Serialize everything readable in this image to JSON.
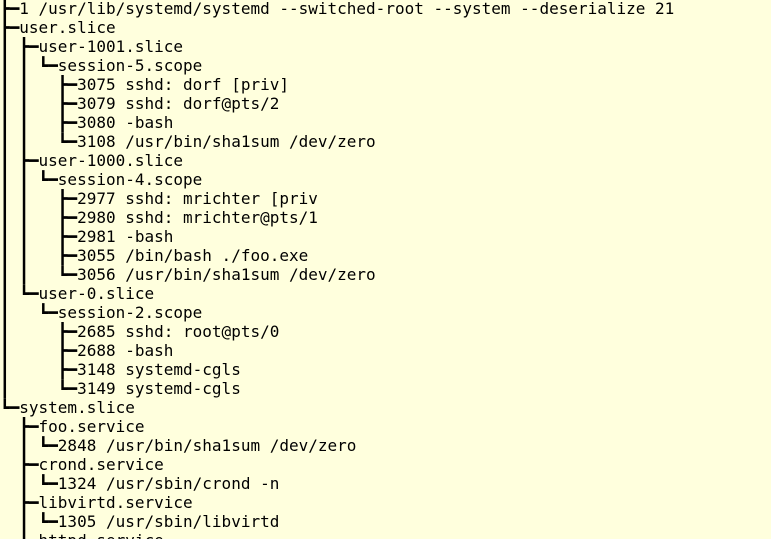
{
  "terminal": {
    "background": "#ffffdd",
    "lines": [
      {
        "tree": "┣━",
        "text": "1 /usr/lib/systemd/systemd --switched-root --system --deserialize 21"
      },
      {
        "tree": "┣━",
        "text": "user.slice"
      },
      {
        "tree": "┃ ┣━",
        "text": "user-1001.slice"
      },
      {
        "tree": "┃ ┃ ┗━",
        "text": "session-5.scope"
      },
      {
        "tree": "┃ ┃   ┣━",
        "text": "3075 sshd: dorf [priv]"
      },
      {
        "tree": "┃ ┃   ┣━",
        "text": "3079 sshd: dorf@pts/2"
      },
      {
        "tree": "┃ ┃   ┣━",
        "text": "3080 -bash"
      },
      {
        "tree": "┃ ┃   ┗━",
        "text": "3108 /usr/bin/sha1sum /dev/zero"
      },
      {
        "tree": "┃ ┣━",
        "text": "user-1000.slice"
      },
      {
        "tree": "┃ ┃ ┗━",
        "text": "session-4.scope"
      },
      {
        "tree": "┃ ┃   ┣━",
        "text": "2977 sshd: mrichter [priv"
      },
      {
        "tree": "┃ ┃   ┣━",
        "text": "2980 sshd: mrichter@pts/1"
      },
      {
        "tree": "┃ ┃   ┣━",
        "text": "2981 -bash"
      },
      {
        "tree": "┃ ┃   ┣━",
        "text": "3055 /bin/bash ./foo.exe"
      },
      {
        "tree": "┃ ┃   ┗━",
        "text": "3056 /usr/bin/sha1sum /dev/zero"
      },
      {
        "tree": "┃ ┗━",
        "text": "user-0.slice"
      },
      {
        "tree": "┃   ┗━",
        "text": "session-2.scope"
      },
      {
        "tree": "┃     ┣━",
        "text": "2685 sshd: root@pts/0"
      },
      {
        "tree": "┃     ┣━",
        "text": "2688 -bash"
      },
      {
        "tree": "┃     ┣━",
        "text": "3148 systemd-cgls"
      },
      {
        "tree": "┃     ┗━",
        "text": "3149 systemd-cgls"
      },
      {
        "tree": "┗━",
        "text": "system.slice"
      },
      {
        "tree": "  ┣━",
        "text": "foo.service"
      },
      {
        "tree": "  ┃ ┗━",
        "text": "2848 /usr/bin/sha1sum /dev/zero"
      },
      {
        "tree": "  ┣━",
        "text": "crond.service"
      },
      {
        "tree": "  ┃ ┗━",
        "text": "1324 /usr/sbin/crond -n"
      },
      {
        "tree": "  ┣━",
        "text": "libvirtd.service"
      },
      {
        "tree": "  ┃ ┗━",
        "text": "1305 /usr/sbin/libvirtd"
      },
      {
        "tree": "  ┣━",
        "text": "httpd.service"
      }
    ]
  }
}
